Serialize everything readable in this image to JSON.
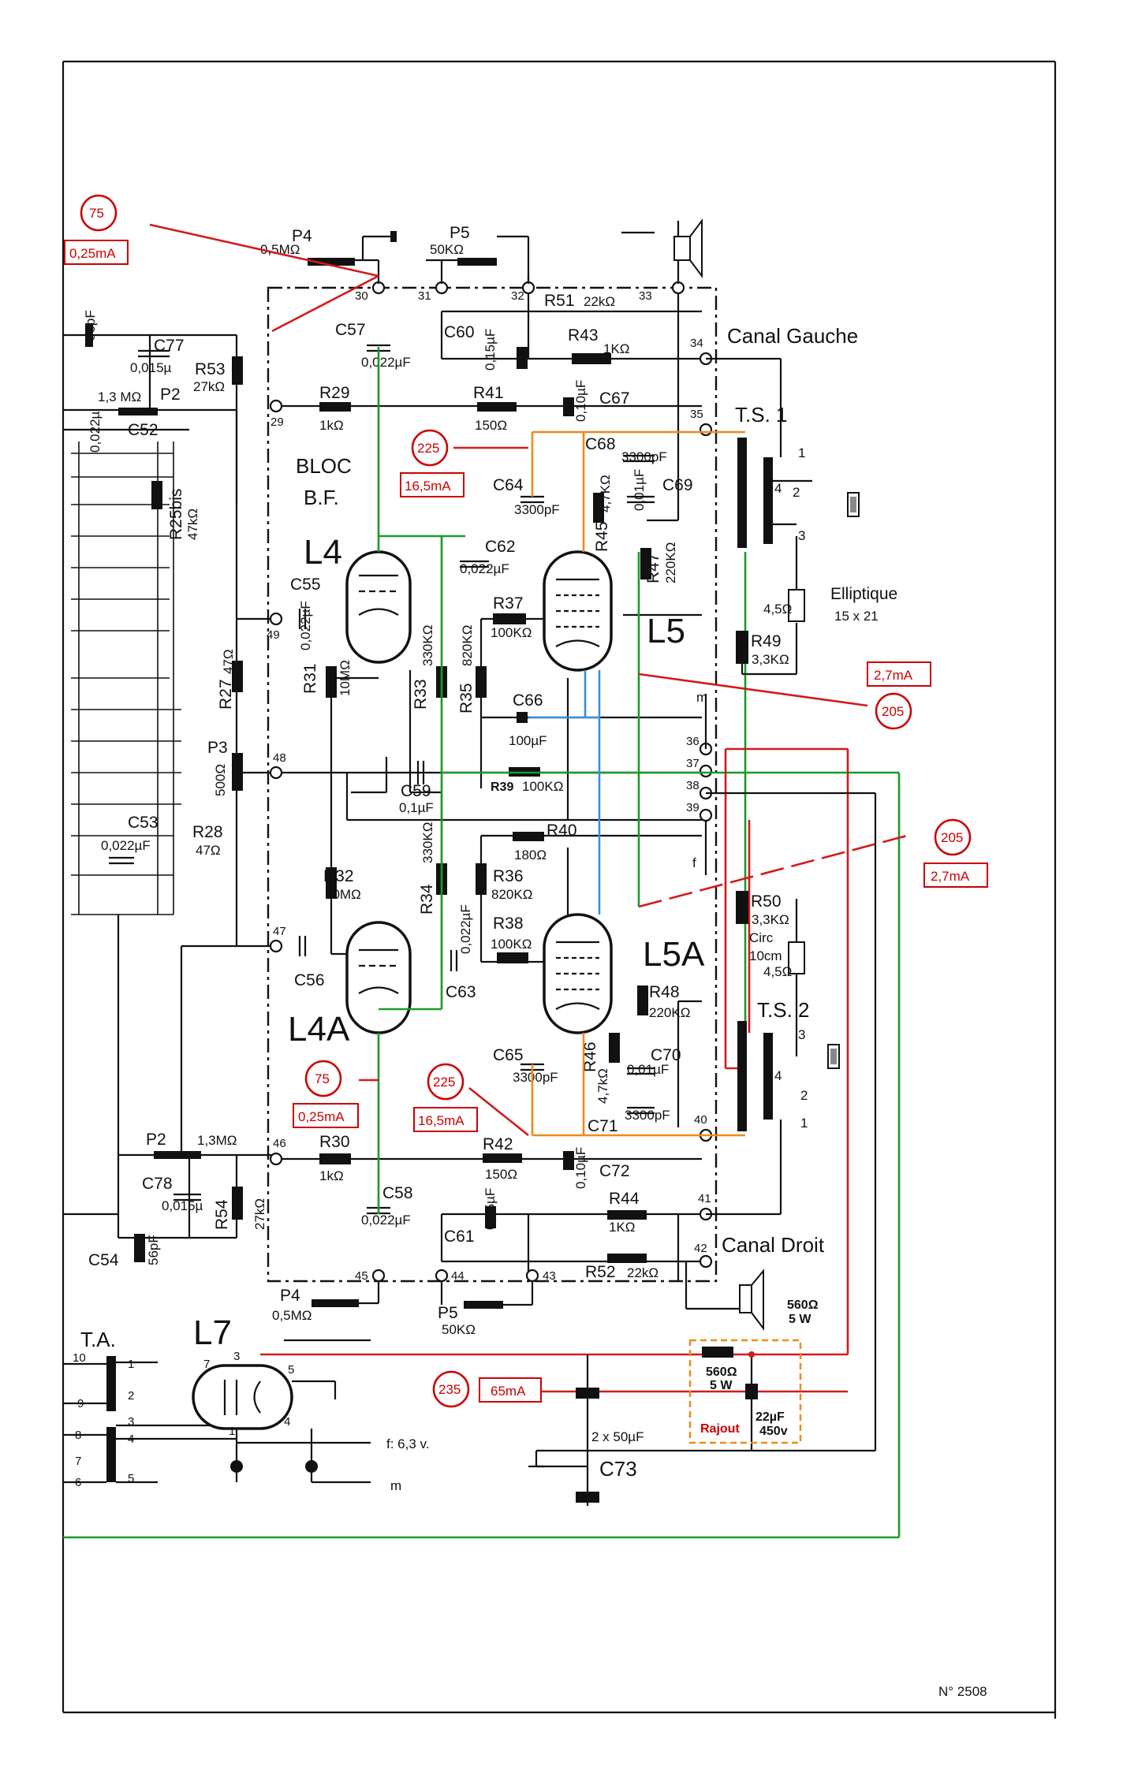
{
  "block": {
    "title_line1": "BLOC",
    "title_line2": "B.F."
  },
  "tubes": {
    "l4": "L4",
    "l4a": "L4A",
    "l5": "L5",
    "l5a": "L5A",
    "l7": "L7"
  },
  "pot_top_left": {
    "ref": "P4",
    "value": "0,5MΩ"
  },
  "pot_top_mid": {
    "ref": "P5",
    "value": "50KΩ"
  },
  "pot_bot_left": {
    "ref": "P4",
    "value": "0,5MΩ"
  },
  "pot_bot_mid": {
    "ref": "P5",
    "value": "50KΩ"
  },
  "p2_top": {
    "value": "1,3 MΩ",
    "ref": "P2"
  },
  "p2_bot": {
    "ref": "P2",
    "value": "1,3MΩ"
  },
  "p3": {
    "ref": "P3",
    "value": "500Ω"
  },
  "terminals": [
    "29",
    "30",
    "31",
    "32",
    "33",
    "34",
    "35",
    "36",
    "37",
    "38",
    "39",
    "40",
    "41",
    "42",
    "43",
    "44",
    "45",
    "46",
    "47",
    "48",
    "49"
  ],
  "components": {
    "c57": {
      "ref": "C57",
      "value": "0,022µF"
    },
    "c60": {
      "ref": "C60",
      "value": "0,15µF"
    },
    "r51": {
      "ref": "R51",
      "value": "22kΩ"
    },
    "r43": {
      "ref": "R43",
      "value": "1KΩ"
    },
    "r41": {
      "ref": "R41",
      "value": "150Ω"
    },
    "c67": {
      "ref": "C67",
      "value": "0,10µF"
    },
    "c68": {
      "ref": "C68",
      "value": "3300pF"
    },
    "c69": {
      "ref": "C69",
      "value": "0,01µF"
    },
    "c64": {
      "ref": "C64",
      "value": "3300pF"
    },
    "r45": {
      "ref": "R45",
      "value": "4,7KΩ"
    },
    "r47": {
      "ref": "R47",
      "value": "220KΩ"
    },
    "r29": {
      "ref": "R29",
      "value": "1kΩ"
    },
    "c77": {
      "ref": "C77",
      "value": "0,015µ"
    },
    "r53": {
      "ref": "R53",
      "value": "27kΩ"
    },
    "c52": {
      "ref": "C52",
      "value": "0,022µ"
    },
    "r25bis": {
      "ref": "R25bis",
      "value": "47kΩ"
    },
    "c55": {
      "ref": "C55",
      "value": "0,022µF"
    },
    "c62": {
      "ref": "C62",
      "value": "0,022µF"
    },
    "r37": {
      "ref": "R37",
      "value": "100KΩ"
    },
    "r31": {
      "ref": "R31",
      "value": "10MΩ"
    },
    "r33": {
      "ref": "R33",
      "value": "330KΩ"
    },
    "r35": {
      "ref": "R35",
      "value": "820KΩ"
    },
    "c66": {
      "ref": "C66",
      "value": "100µF"
    },
    "r27": {
      "ref": "R27",
      "value": "47Ω"
    },
    "c59": {
      "ref": "C59",
      "value": "0,1µF"
    },
    "r39": {
      "ref": "R39",
      "value": "100KΩ"
    },
    "r40": {
      "ref": "R40",
      "value": "180Ω"
    },
    "c53": {
      "ref": "C53",
      "value": "0,022µF"
    },
    "r28": {
      "ref": "R28",
      "value": "47Ω"
    },
    "r32": {
      "ref": "R32",
      "value": "10MΩ"
    },
    "r34": {
      "ref": "R34",
      "value": "330KΩ"
    },
    "r36": {
      "ref": "R36",
      "value": "820KΩ"
    },
    "r38": {
      "ref": "R38",
      "value": "100KΩ"
    },
    "c56": {
      "ref": "C56"
    },
    "c63": {
      "ref": "C63",
      "value": "0,022µF"
    },
    "r48": {
      "ref": "R48",
      "value": "220KΩ"
    },
    "c65": {
      "ref": "C65",
      "value": "3300pF"
    },
    "r46": {
      "ref": "R46",
      "value": "4,7kΩ"
    },
    "c70": {
      "ref": "C70",
      "value": "0,01µF"
    },
    "c71": {
      "ref": "C71",
      "value": "3300pF"
    },
    "r30": {
      "ref": "R30",
      "value": "1kΩ"
    },
    "r42": {
      "ref": "R42",
      "value": "150Ω"
    },
    "c72": {
      "ref": "C72",
      "value": "0,10µF"
    },
    "c78": {
      "ref": "C78",
      "value": "0,015µ"
    },
    "r54": {
      "ref": "R54",
      "value": "27kΩ"
    },
    "c54": {
      "ref": "C54",
      "value": "56pF"
    },
    "c58": {
      "ref": "C58",
      "value": "0,022µF"
    },
    "c61": {
      "ref": "C61",
      "value": "0,15µF"
    },
    "r44": {
      "ref": "R44",
      "value": "1KΩ"
    },
    "r52": {
      "ref": "R52",
      "value": "22kΩ"
    },
    "r49": {
      "ref": "R49",
      "value": "3,3KΩ"
    },
    "r50": {
      "ref": "R50",
      "value": "3,3KΩ"
    },
    "c73": {
      "ref": "C73",
      "value": "2 x 50µF"
    },
    "c_top_left": {
      "value": "56pF"
    }
  },
  "outputs": {
    "canal_gauche": "Canal Gauche",
    "canal_droit": "Canal Droit",
    "ts1": "T.S. 1",
    "ts2": "T.S. 2",
    "elliptique": "Elliptique",
    "elliptique_size": "15 x 21",
    "imp_top": "4,5Ω",
    "circ": "Circ",
    "circ_size": "10cm",
    "imp_bot": "4,5Ω"
  },
  "power": {
    "ta": "T.A.",
    "filament": "f: 6,3 v.",
    "m": "m",
    "added_res_main": "560Ω",
    "added_res_main_w": "5 W",
    "added_res_box": "560Ω",
    "added_res_box_w": "5 W",
    "added_cap": "22µF",
    "added_cap_v": "450v",
    "rajout": "Rajout"
  },
  "annotations": {
    "a75_top": {
      "node": "75",
      "current": "0,25mA"
    },
    "a225_top": {
      "node": "225",
      "current": "16,5mA"
    },
    "a205_top": {
      "node": "205",
      "current": "2,7mA"
    },
    "a205_bot": {
      "node": "205",
      "current": "2,7mA"
    },
    "a75_bot": {
      "node": "75",
      "current": "0,25mA"
    },
    "a225_bot": {
      "node": "225",
      "current": "16,5mA"
    },
    "a235": {
      "node": "235",
      "current": "65mA"
    }
  },
  "misc": {
    "m_label": "m",
    "f_label": "f",
    "page_number": "N° 2508"
  },
  "colors": {
    "red": "#d21a1a",
    "green": "#1a9a2a",
    "orange": "#f08a1c",
    "blue": "#3a8fd8",
    "ink": "#111111"
  }
}
